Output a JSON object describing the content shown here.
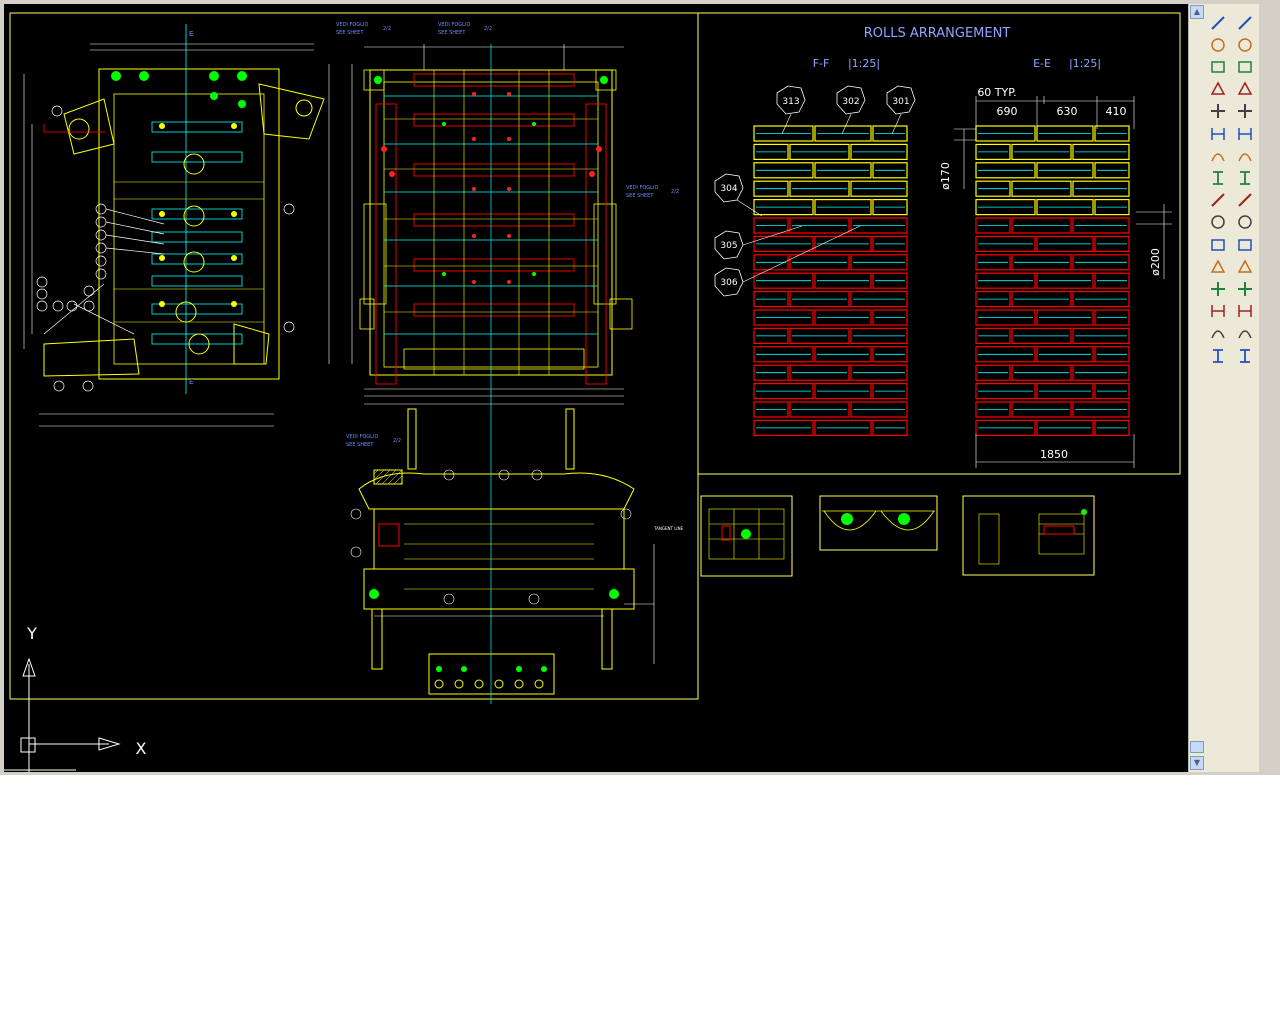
{
  "drawing": {
    "title": "ROLLS ARRANGEMENT",
    "section_ff": "F-F",
    "scale_ff": "|1:25|",
    "section_ee": "E-E",
    "scale_ee": "|1:25|",
    "dim_typ": "60 TYP.",
    "dim_690": "690",
    "dim_630": "630",
    "dim_410": "410",
    "dim_170": "ø170",
    "dim_200": "ø200",
    "dim_1850": "1850",
    "callouts": [
      "313",
      "302",
      "301",
      "304",
      "305",
      "306"
    ],
    "note_vedi": "VEDI FOGLIO",
    "note_see": "SEE SHEET",
    "note_sheet_ref": "2/2",
    "note_tangent": "TANGENT LINE",
    "section_mark_e": "E",
    "axis_x": "X",
    "axis_y": "Y"
  },
  "toolbars": {
    "draw": [
      "line-icon",
      "polyline-icon",
      "mirror-icon",
      "offset-icon",
      "array-icon",
      "move-icon",
      "rotate-icon",
      "scale-icon",
      "stretch-icon",
      "trim-icon",
      "extend-icon",
      "break-icon",
      "join-icon",
      "chamfer-icon",
      "fillet-icon",
      "explode-icon"
    ],
    "dimension": [
      "linear-dim-icon",
      "aligned-dim-icon",
      "ordinate-dim-icon",
      "radius-dim-icon",
      "diameter-dim-icon",
      "angular-dim-icon",
      "quick-dim-icon",
      "baseline-dim-icon",
      "continue-dim-icon",
      "leader-icon",
      "tolerance-icon",
      "center-mark-icon",
      "dim-edit-icon",
      "dim-text-edit-icon",
      "dim-update-icon",
      "dim-style-icon"
    ]
  },
  "colors": {
    "canvas": "#000000",
    "yellow": "#ffff00",
    "red": "#ff0000",
    "cyan": "#00ffff",
    "white": "#ffffff",
    "green": "#00ff00",
    "blue": "#4040ff",
    "title": "#8fa4ff"
  }
}
